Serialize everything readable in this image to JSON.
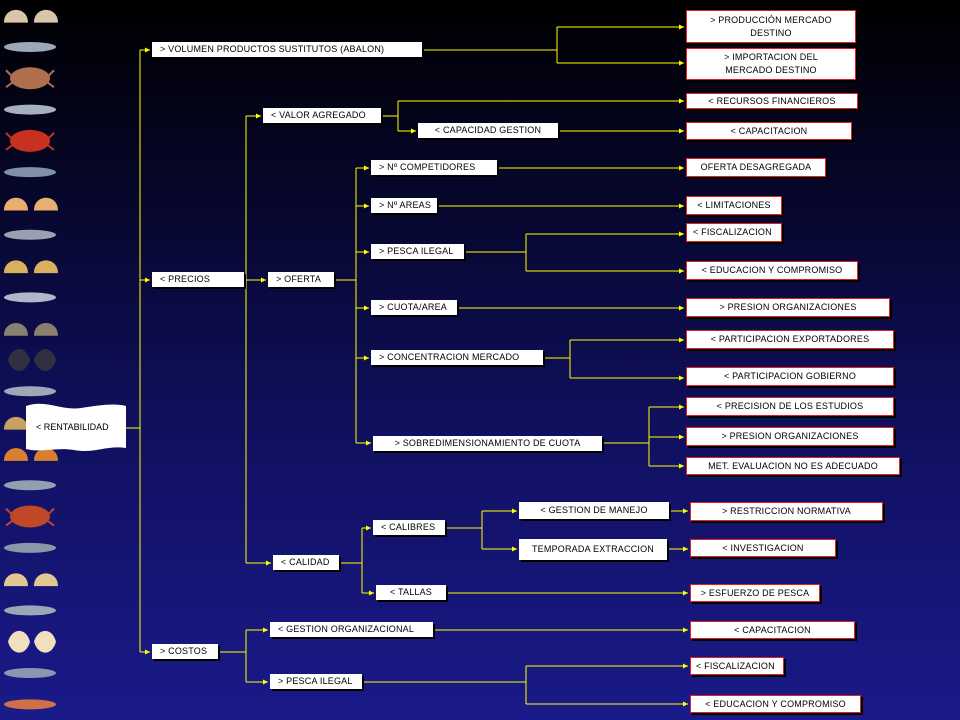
{
  "colors": {
    "background_top": "#000000",
    "background_bottom": "#1a1a8a",
    "connector": "#ffff00",
    "leaf_border": "#e02020"
  },
  "sidebar": {
    "icons": [
      "shell-icon",
      "fish-icon",
      "crab-icon",
      "fish-icon",
      "crab-icon",
      "fish-icon",
      "scallop-icon",
      "fish-icon",
      "clam-icon",
      "fish-icon",
      "oyster-icon",
      "mussel-icon",
      "fish-icon",
      "snail-icon",
      "scallop-icon",
      "fish-icon",
      "crab-icon",
      "fish-icon",
      "clam-icon",
      "fish-icon",
      "razor-clam-icon",
      "fish-icon",
      "shrimp-icon"
    ]
  },
  "root": {
    "label": "< RENTABILIDAD"
  },
  "level1": {
    "volumen": "> VOLUMEN PRODUCTOS SUSTITUTOS (ABALON)",
    "precios": "< PRECIOS",
    "costos": "> COSTOS"
  },
  "level2": {
    "valor_agregado": "< VALOR AGREGADO",
    "oferta": "> OFERTA",
    "calidad": "< CALIDAD",
    "gestion_org": "< GESTION ORGANIZACIONAL",
    "pesca_ilegal_costos": "> PESCA ILEGAL"
  },
  "level3": {
    "capacidad_gestion": "< CAPACIDAD GESTION",
    "competidores": "> Nº COMPETIDORES",
    "areas": "> Nº AREAS",
    "pesca_ilegal": "> PESCA ILEGAL",
    "cuota_area": "> CUOTA/AREA",
    "concentracion": "> CONCENTRACION MERCADO",
    "sobredimension": "> SOBREDIMENSIONAMIENTO DE CUOTA",
    "calibres": "< CALIBRES",
    "tallas": "< TALLAS",
    "gestion_manejo": "< GESTION DE MANEJO",
    "temporada": "TEMPORADA EXTRACCION"
  },
  "leaves": {
    "produccion": "> PRODUCCIÓN MERCADO DESTINO",
    "importacion": "> IMPORTACION DEL MERCADO DESTINO",
    "recursos": "< RECURSOS FINANCIEROS",
    "capacitacion_1": "< CAPACITACION",
    "oferta_desagregada": "OFERTA DESAGREGADA",
    "limitaciones": "< LIMITACIONES",
    "fiscalizacion_1": "< FISCALIZACION",
    "educacion_1": "< EDUCACION Y COMPROMISO",
    "presion_1": "> PRESION ORGANIZACIONES",
    "part_exportadores": "< PARTICIPACION EXPORTADORES",
    "part_gobierno": "< PARTICIPACION GOBIERNO",
    "precision": "< PRECISION DE LOS ESTUDIOS",
    "presion_2": "> PRESION ORGANIZACIONES",
    "met_evaluacion": "MET. EVALUACION NO ES ADECUADO",
    "restriccion": "> RESTRICCION NORMATIVA",
    "investigacion": "< INVESTIGACION",
    "esfuerzo": "> ESFUERZO DE PESCA",
    "capacitacion_2": "< CAPACITACION",
    "fiscalizacion_2": "< FISCALIZACION",
    "educacion_2": "< EDUCACION Y COMPROMISO"
  }
}
